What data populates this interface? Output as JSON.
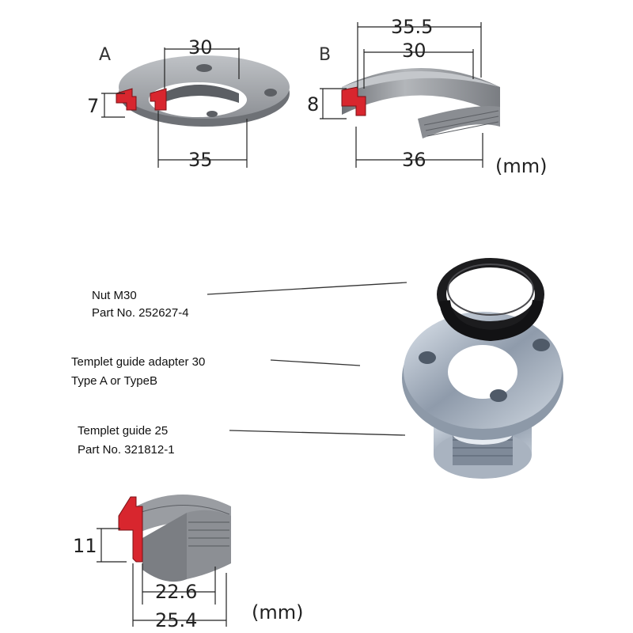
{
  "adapters": {
    "a": {
      "label": "A",
      "inner": "30",
      "height": "7",
      "outer": "35"
    },
    "b": {
      "label": "B",
      "top": "35.5",
      "inner": "30",
      "height": "8",
      "outer": "36",
      "unit": "(mm)"
    }
  },
  "callouts": {
    "nut": {
      "name": "Nut M30",
      "part": "Part No. 252627-4"
    },
    "adapter": {
      "name": "Templet guide adapter 30",
      "type": "Type A or TypeB"
    },
    "guide": {
      "name": "Templet guide 25",
      "part": "Part No. 321812-1"
    }
  },
  "guide": {
    "height": "11",
    "inner": "22.6",
    "outer": "25.4",
    "unit": "(mm)"
  },
  "colors": {
    "cut": "#d8262e",
    "metal": "#9a9da2",
    "dark": "#5c5f64"
  }
}
